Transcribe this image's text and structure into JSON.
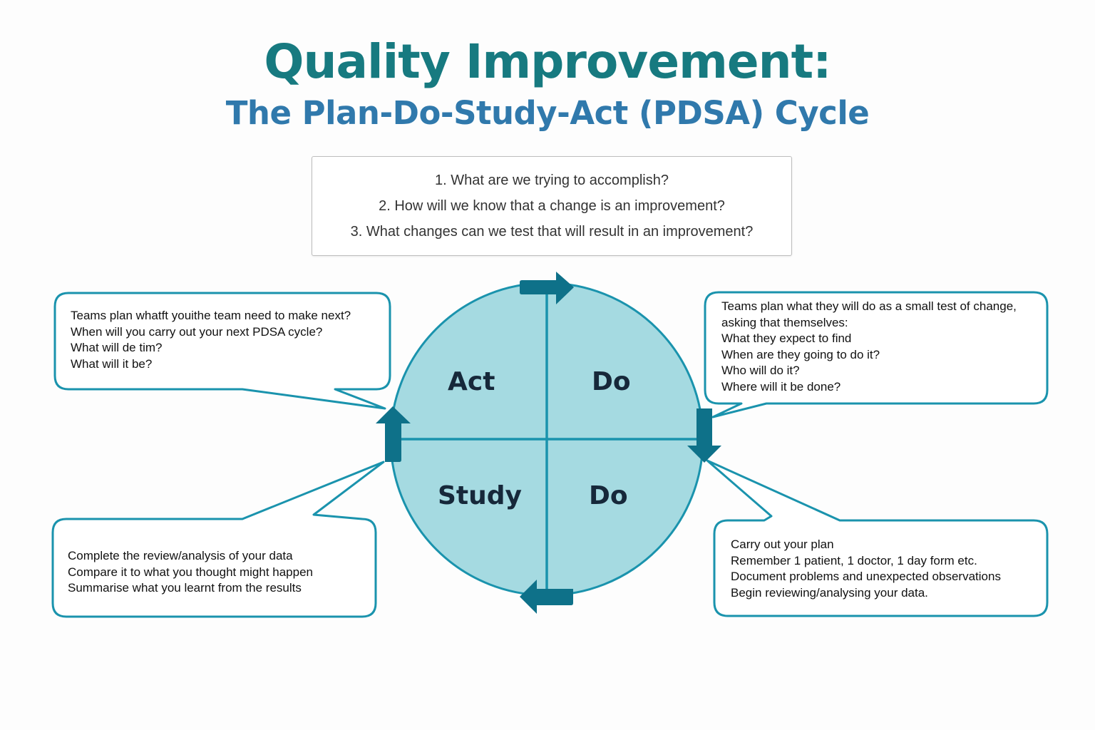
{
  "header": {
    "title": "Quality Improvement:",
    "subtitle": "The Plan-Do-Study-Act (PDSA) Cycle"
  },
  "questions": [
    "1. What are we trying to accomplish?",
    "2. How will we know that a change is an improvement?",
    "3. What changes can we test that will result in an improvement?"
  ],
  "cycle": {
    "quadrants": {
      "top_left": "Act",
      "top_right": "Do",
      "bottom_left": "Study",
      "bottom_right": "Do"
    },
    "colors": {
      "fill": "#a5dae1",
      "stroke": "#1a93ad",
      "arrow": "#0e7189"
    },
    "arrows": [
      "arrow-right-top",
      "arrow-down-right",
      "arrow-left-bottom",
      "arrow-up-left"
    ]
  },
  "callouts": {
    "act": {
      "lines": [
        "Teams plan whatft youithe team need to make next?",
        "When will you carry out your next PDSA cycle?",
        "What will de tim?",
        "What will it be?"
      ]
    },
    "plan": {
      "lines": [
        "Teams plan what they will do as a small test of change,",
        "asking that themselves:",
        "What they expect to find",
        "When are they going to do it?",
        "Who will do it?",
        "Where will it be done?"
      ]
    },
    "study": {
      "lines": [
        "Complete the review/analysis of your data",
        "Compare it to what you thought might happen",
        "Summarise what you learnt from the results"
      ]
    },
    "do": {
      "lines": [
        "Carry out your plan",
        "Remember 1 patient, 1 doctor, 1 day form etc.",
        "Document problems and unexpected observations",
        "Begin reviewing/analysing your data."
      ]
    }
  }
}
